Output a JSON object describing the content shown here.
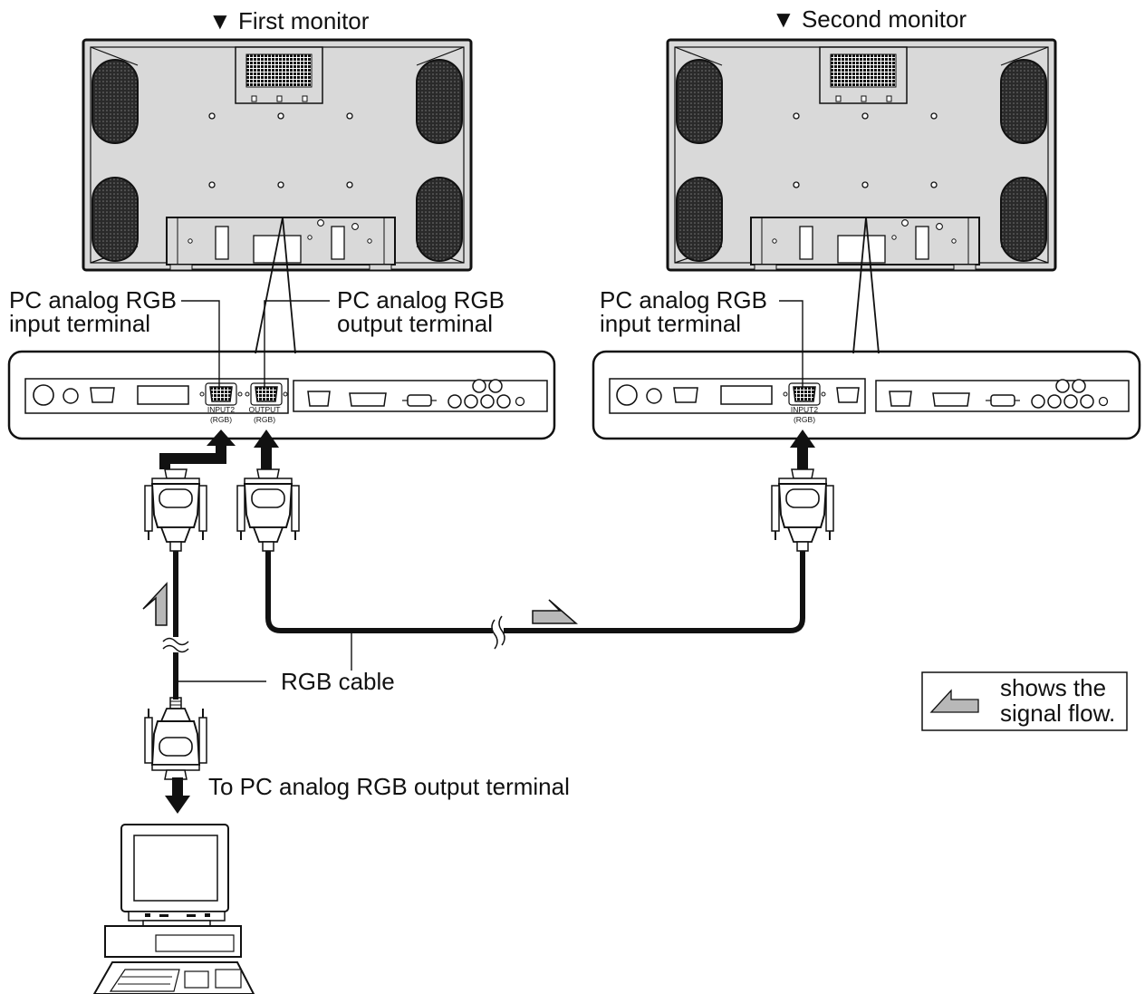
{
  "monitors": {
    "first": {
      "title": "▼ First monitor"
    },
    "second": {
      "title": "▼ Second monitor"
    }
  },
  "labels": {
    "pc_input_line1": "PC analog RGB",
    "pc_input_line2": "input terminal",
    "pc_output_line1": "PC analog RGB",
    "pc_output_line2": "output terminal",
    "rgb_cable": "RGB cable",
    "to_pc": "To PC analog RGB output terminal"
  },
  "panel": {
    "input2": "INPUT2",
    "input2_sub": "(RGB)",
    "output": "OUTPUT",
    "output_sub": "(RGB)"
  },
  "legend": {
    "line1": "shows the",
    "line2": "signal flow."
  },
  "colors": {
    "line": "#111111",
    "monitor_body": "#d9d9d9",
    "speaker": "#2a2a2a",
    "arrow_gray": "#b8b8b8"
  }
}
